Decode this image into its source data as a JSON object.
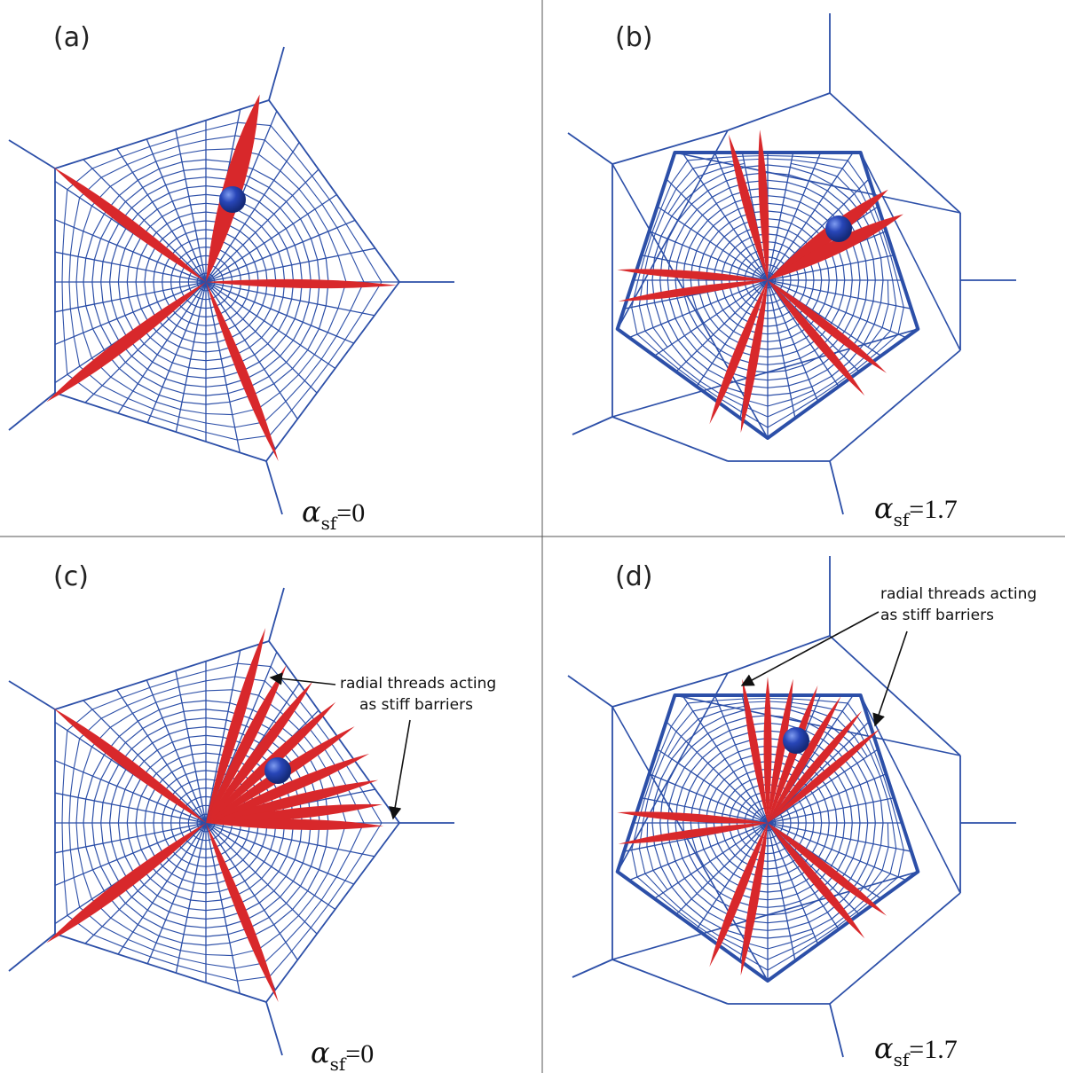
{
  "colors": {
    "thread": "#2c4fa8",
    "frame": "#2c4fa8",
    "energy_lobes": "#d8282b",
    "sphere": "#2846b8",
    "divider": "#555555"
  },
  "panels": [
    {
      "id": "a",
      "label": "(a)",
      "alpha_symbol": "α",
      "alpha_subscript": "sf",
      "alpha_value": "=0",
      "annotation_lines": []
    },
    {
      "id": "b",
      "label": "(b)",
      "alpha_symbol": "α",
      "alpha_subscript": "sf",
      "alpha_value": "=1.7",
      "annotation_lines": []
    },
    {
      "id": "c",
      "label": "(c)",
      "alpha_symbol": "α",
      "alpha_subscript": "sf",
      "alpha_value": "=0",
      "annotation_lines": [
        "radial threads acting",
        "as stiff barriers"
      ]
    },
    {
      "id": "d",
      "label": "(d)",
      "alpha_symbol": "α",
      "alpha_subscript": "sf",
      "alpha_value": "=1.7",
      "annotation_lines": [
        "radial threads acting",
        "as stiff barriers"
      ]
    }
  ]
}
